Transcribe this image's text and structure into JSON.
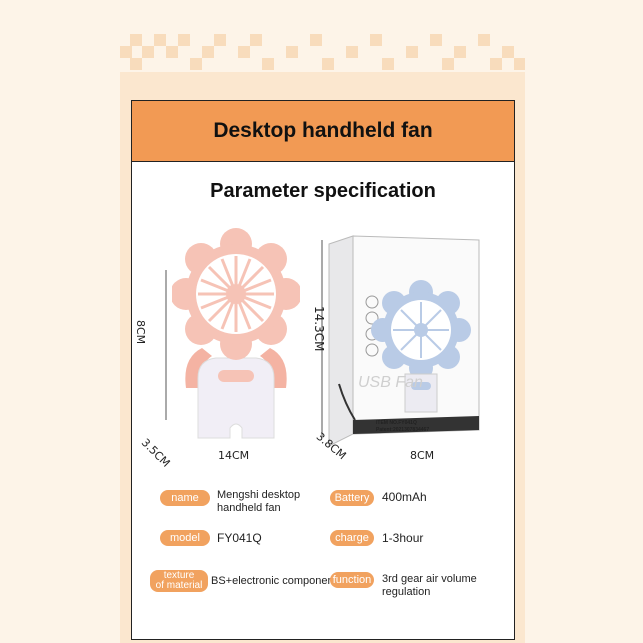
{
  "header": {
    "title": "Desktop handheld fan"
  },
  "spec": {
    "subtitle": "Parameter specification"
  },
  "product": {
    "height": "8CM",
    "depth": "3.5CM",
    "width": "14CM"
  },
  "box": {
    "height": "14.3CM",
    "depth": "3.8CM",
    "width": "8CM",
    "item_label": "ITEM NO.FY041Q",
    "patent_label": "Patent:2021307834467",
    "side_text": "USB Fan"
  },
  "params": {
    "name_label": "name",
    "name_value": "Mengshi desktop handheld fan",
    "battery_label": "Battery",
    "battery_value": "400mAh",
    "model_label": "model",
    "model_value": "FY041Q",
    "charge_label": "charge",
    "charge_value": "1-3hour",
    "texture_label_1": "texture",
    "texture_label_2": "of material",
    "texture_value": "BS+electronic component",
    "function_label": "function",
    "function_value": "3rd gear air volume regulation"
  },
  "colors": {
    "accent": "#f29a54",
    "pill": "#f1a25f",
    "background": "#fdf4e8",
    "fan_pink": "#f6c3b6",
    "fan_blue": "#b9cbe6"
  }
}
